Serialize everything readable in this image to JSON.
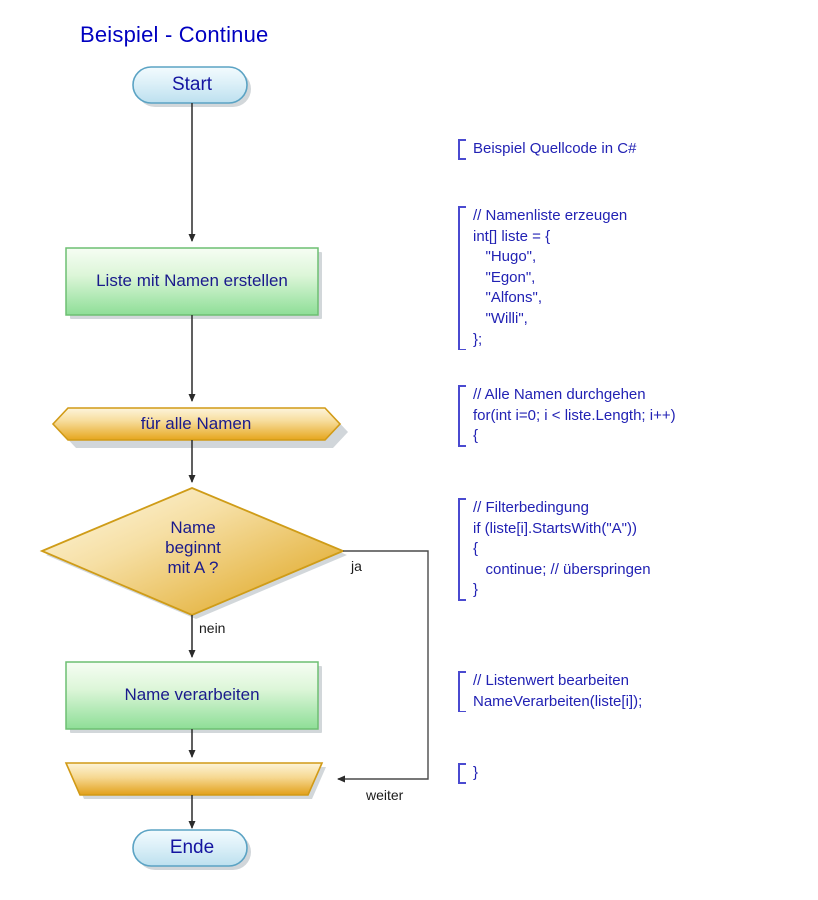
{
  "title": "Beispiel - Continue",
  "colors": {
    "title_text": "#0000c0",
    "shape_text": "#1a1a8c",
    "code_text": "#2222b4",
    "bracket": "#4a4ad0",
    "terminator_fill_top": "#eaf6fc",
    "terminator_fill_bottom": "#bfe0ef",
    "terminator_stroke": "#5ba3c4",
    "process_fill_top": "#f2fcf0",
    "process_fill_bottom": "#8fe098",
    "process_stroke": "#6dbf72",
    "loop_fill_top": "#fdf3d6",
    "loop_fill_bottom": "#e8a81f",
    "loop_stroke": "#d19a16",
    "decision_fill_top": "#fbf0cf",
    "decision_fill_bottom": "#e0a923",
    "decision_stroke": "#cf9c18",
    "connector": "#2b2b2b"
  },
  "flow": {
    "nodes": [
      {
        "id": "start",
        "type": "terminator",
        "label": "Start"
      },
      {
        "id": "proc1",
        "type": "process",
        "label": "Liste mit Namen erstellen"
      },
      {
        "id": "loop1",
        "type": "loop-start",
        "label": "für alle Namen"
      },
      {
        "id": "dec1",
        "type": "decision",
        "label": "Name\nbeginnt\nmit A ?"
      },
      {
        "id": "proc2",
        "type": "process",
        "label": "Name verarbeiten"
      },
      {
        "id": "loop2",
        "type": "loop-end",
        "label": ""
      },
      {
        "id": "ende",
        "type": "terminator",
        "label": "Ende"
      }
    ],
    "edges": [
      {
        "from": "start",
        "to": "proc1",
        "label": ""
      },
      {
        "from": "proc1",
        "to": "loop1",
        "label": ""
      },
      {
        "from": "loop1",
        "to": "dec1",
        "label": ""
      },
      {
        "from": "dec1",
        "to": "proc2",
        "label": "nein"
      },
      {
        "from": "dec1",
        "to": "loop2",
        "label": "ja"
      },
      {
        "from": "proc2",
        "to": "loop2",
        "label": ""
      },
      {
        "from": "loop2",
        "to": "ende",
        "label": "weiter"
      }
    ],
    "edge_labels": {
      "ja": "ja",
      "nein": "nein",
      "weiter": "weiter"
    }
  },
  "code_blocks": [
    {
      "id": "cb1",
      "text": "Beispiel Quellcode in C#"
    },
    {
      "id": "cb2",
      "text": "// Namenliste erzeugen\nint[] liste = {\n   \"Hugo\",\n   \"Egon\",\n   \"Alfons\",\n   \"Willi\",\n};"
    },
    {
      "id": "cb3",
      "text": "// Alle Namen durchgehen\nfor(int i=0; i < liste.Length; i++)\n{"
    },
    {
      "id": "cb4",
      "text": "// Filterbedingung\nif (liste[i].StartsWith(\"A\"))\n{\n   continue; // überspringen\n}"
    },
    {
      "id": "cb5",
      "text": "// Listenwert bearbeiten\nNameVerarbeiten(liste[i]);"
    },
    {
      "id": "cb6",
      "text": "}"
    }
  ]
}
